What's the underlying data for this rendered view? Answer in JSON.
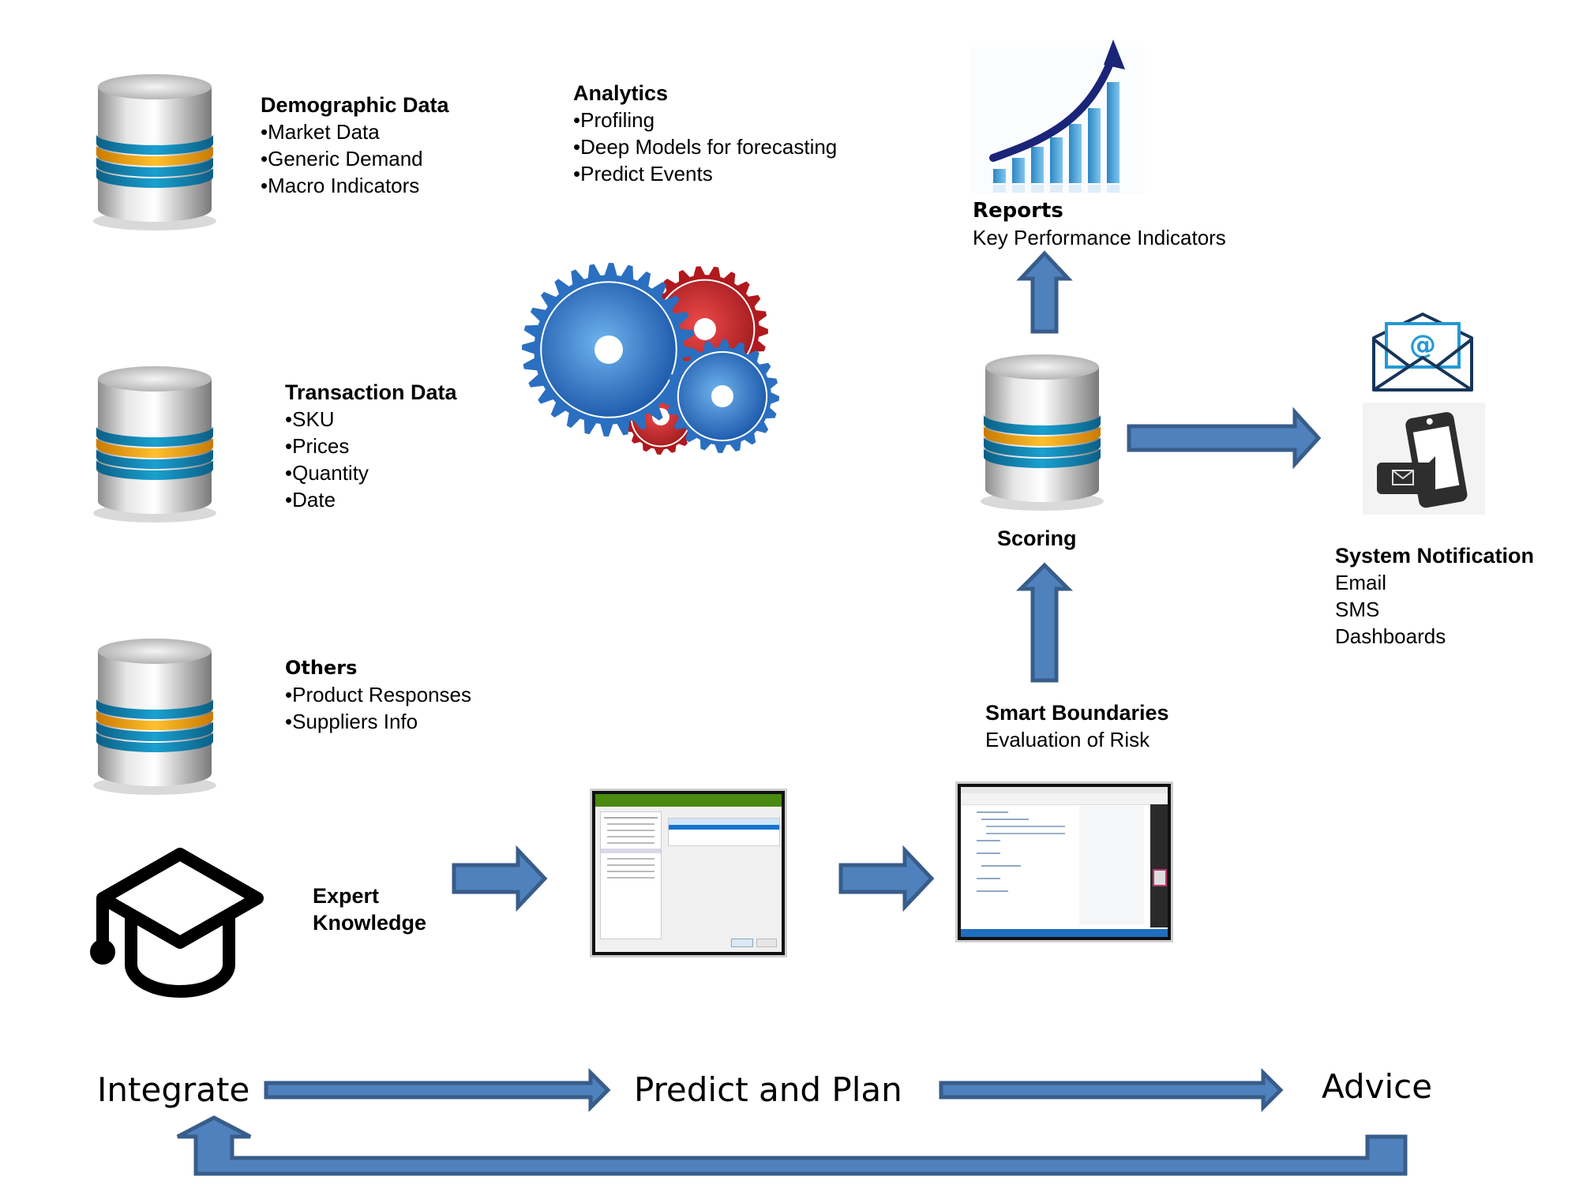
{
  "data_sources": [
    {
      "title": "Demographic Data",
      "items": [
        "•Market Data",
        "•Generic Demand",
        "•Macro Indicators"
      ],
      "icon": "database-icon"
    },
    {
      "title": "Transaction Data",
      "items": [
        "•SKU",
        "•Prices",
        "•Quantity",
        "•Date"
      ],
      "icon": "database-icon"
    },
    {
      "title": "Others",
      "items": [
        "•Product Responses",
        "•Suppliers Info"
      ],
      "icon": "database-icon"
    }
  ],
  "expert": {
    "line1": "Expert",
    "line2": "Knowledge",
    "icon": "graduation-cap-icon"
  },
  "analytics": {
    "title": "Analytics",
    "items": [
      "•Profiling",
      "•Deep Models for forecasting",
      "•Predict Events"
    ],
    "icon": "gears-icon"
  },
  "reports": {
    "title": "Reports",
    "subtitle": "Key Performance Indicators",
    "icon": "growth-chart-icon"
  },
  "scoring": {
    "title": "Scoring",
    "icon": "database-icon"
  },
  "smart_boundaries": {
    "title": "Smart Boundaries",
    "subtitle": "Evaluation of Risk"
  },
  "notification": {
    "title": "System Notification",
    "items": [
      "Email",
      "SMS",
      "Dashboards"
    ],
    "icons": [
      "email-icon",
      "mobile-sms-icon"
    ]
  },
  "stages": {
    "integrate": "Integrate",
    "predict": "Predict and Plan",
    "advice": "Advice"
  },
  "colors": {
    "arrow_fill": "#4f81bd",
    "arrow_stroke": "#385d8a",
    "gear_blue": "#2a6fc0",
    "gear_red": "#c0262b",
    "db_blue": "#1487b5",
    "db_orange": "#f2a20c"
  }
}
